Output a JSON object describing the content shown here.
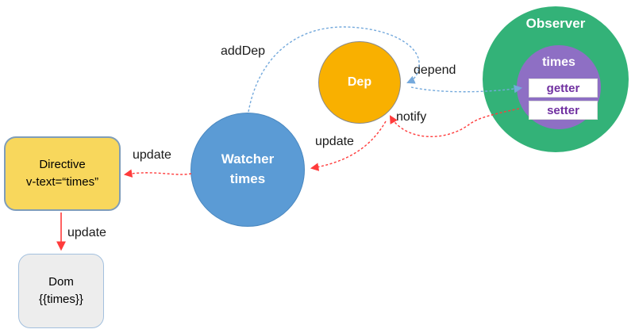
{
  "nodes": {
    "observer": {
      "title": "Observer"
    },
    "times": {
      "title": "times",
      "getter_label": "getter",
      "setter_label": "setter"
    },
    "dep": {
      "title": "Dep"
    },
    "watcher": {
      "line1": "Watcher",
      "line2": "times"
    },
    "directive": {
      "line1": "Directive",
      "line2": "v-text=“times”"
    },
    "dom": {
      "line1": "Dom",
      "line2": "{{times}}"
    }
  },
  "edges": {
    "add_dep": {
      "label": "addDep",
      "from": "Watcher",
      "to": "Dep",
      "style": "blue-dashed"
    },
    "depend": {
      "label": "depend",
      "from": "Dep",
      "to": "getter",
      "style": "blue-dashed"
    },
    "notify": {
      "label": "notify",
      "from": "setter",
      "to": "Dep",
      "style": "red-dashed"
    },
    "update_dep_watcher": {
      "label": "update",
      "from": "Dep",
      "to": "Watcher",
      "style": "red-dashed"
    },
    "update_watcher_directive": {
      "label": "update",
      "from": "Watcher",
      "to": "Directive",
      "style": "red-dashed"
    },
    "update_directive_dom": {
      "label": "update",
      "from": "Directive",
      "to": "Dom",
      "style": "red-solid"
    }
  },
  "colors": {
    "observer_green": "#33B278",
    "times_purple": "#8E6FC4",
    "getter_setter_text": "#7030A0",
    "dep_orange": "#F9B000",
    "dep_border": "#8A8A8A",
    "watcher_blue": "#5B9BD5",
    "directive_yellow": "#F8D75C",
    "directive_border": "#7F9DB9",
    "dom_gray": "#EDEDED",
    "dom_border": "#A3C0DE",
    "edge_blue": "#74A9DC",
    "edge_red": "#FF3B3B",
    "label_text": "#1A1A1A",
    "node_text_white": "#FFFFFF"
  }
}
